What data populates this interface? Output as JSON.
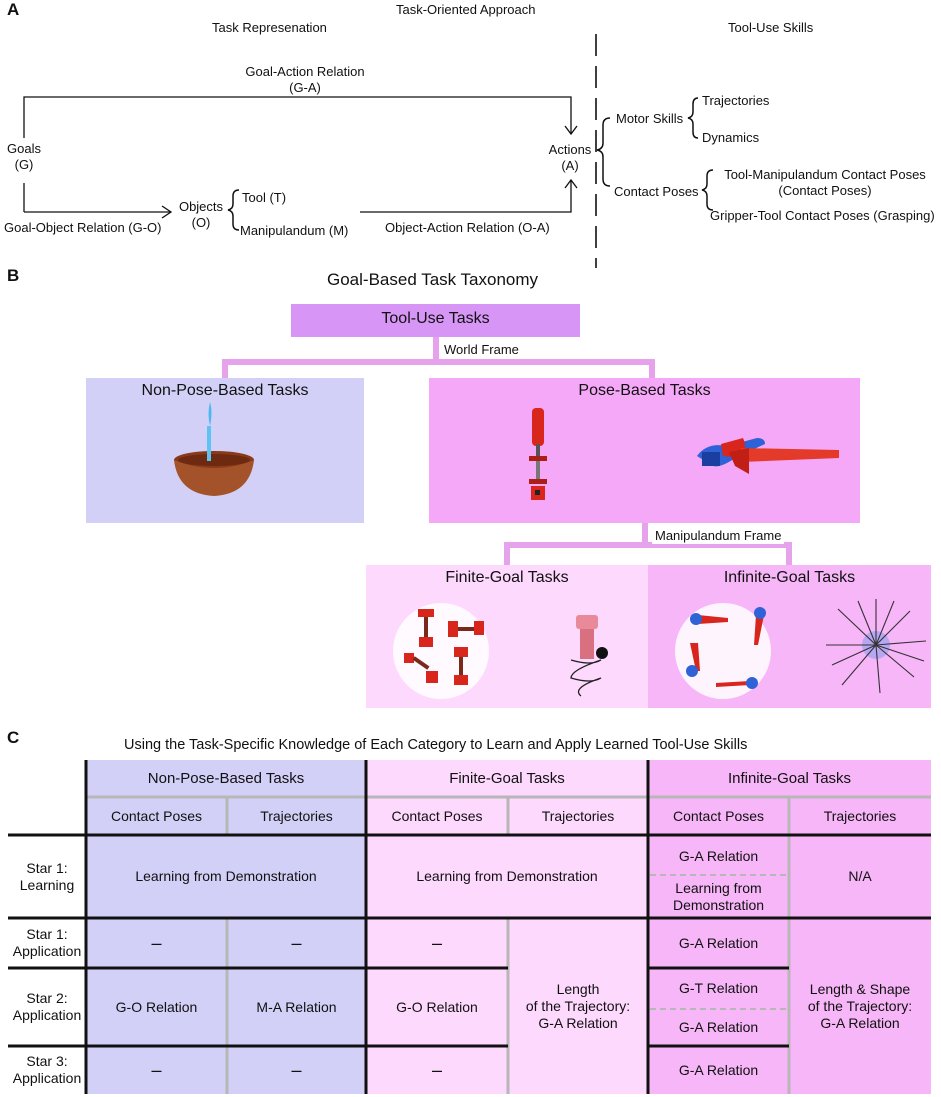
{
  "panel_a": {
    "letter": "A",
    "title": "Task-Oriented Approach",
    "left_header": "Task Represenation",
    "right_header": "Tool-Use Skills",
    "goal_action_relation": "Goal-Action Relation",
    "goal_action_abbr": "(G-A)",
    "goals": "Goals",
    "goals_abbr": "(G)",
    "goal_object_relation": "Goal-Object Relation (G-O)",
    "objects": "Objects",
    "objects_abbr": "(O)",
    "tool": "Tool (T)",
    "manipulandum": "Manipulandum (M)",
    "object_action_relation": "Object-Action Relation (O-A)",
    "actions": "Actions",
    "actions_abbr": "(A)",
    "motor_skills": "Motor Skills",
    "trajectories": "Trajectories",
    "dynamics": "Dynamics",
    "contact_poses": "Contact Poses",
    "tool_manip_contact": "Tool-Manipulandum Contact Poses",
    "tool_manip_contact_abbr": "(Contact Poses)",
    "gripper_tool_contact": "Gripper-Tool Contact Poses (Grasping)"
  },
  "panel_b": {
    "letter": "B",
    "title": "Goal-Based Task Taxonomy",
    "root": "Tool-Use Tasks",
    "world_frame": "World Frame",
    "non_pose": "Non-Pose-Based Tasks",
    "pose": "Pose-Based Tasks",
    "manipulandum_frame": "Manipulandum Frame",
    "finite": "Finite-Goal Tasks",
    "infinite": "Infinite-Goal Tasks"
  },
  "panel_c": {
    "letter": "C",
    "title": "Using the Task-Specific Knowledge of Each Category to Learn and Apply Learned Tool-Use Skills",
    "col_groups": [
      "Non-Pose-Based Tasks",
      "Finite-Goal Tasks",
      "Infinite-Goal Tasks"
    ],
    "sub_headers": [
      "Contact Poses",
      "Trajectories",
      "Contact Poses",
      "Trajectories",
      "Contact Poses",
      "Trajectories"
    ],
    "rows": [
      {
        "label_1": "Star 1:",
        "label_2": "Learning"
      },
      {
        "label_1": "Star 1:",
        "label_2": "Application"
      },
      {
        "label_1": "Star 2:",
        "label_2": "Application"
      },
      {
        "label_1": "Star 3:",
        "label_2": "Application"
      }
    ],
    "cells": {
      "learning_non_pose": "Learning from Demonstration",
      "learning_finite": "Learning from Demonstration",
      "learning_inf_cp_top": "G-A Relation",
      "learning_inf_cp_bottom_1": "Learning from",
      "learning_inf_cp_bottom_2": "Demonstration",
      "learning_inf_traj": "N/A",
      "s1_np_cp": "–",
      "s1_np_traj": "–",
      "s1_fin_cp": "–",
      "s1_inf_cp": "G-A Relation",
      "s2_np_cp": "G-O Relation",
      "s2_np_traj": "M-A Relation",
      "s2_fin_cp": "G-O Relation",
      "s2_inf_cp_top": "G-T Relation",
      "s2_inf_cp_bottom": "G-A Relation",
      "s3_np_cp": "–",
      "s3_np_traj": "–",
      "s3_fin_cp": "–",
      "s3_inf_cp": "G-A Relation",
      "fin_traj_1": "Length",
      "fin_traj_2": "of the Trajectory:",
      "fin_traj_3": "G-A Relation",
      "inf_traj_1": "Length & Shape",
      "inf_traj_2": "of the Trajectory:",
      "inf_traj_3": "G-A Relation"
    }
  },
  "colors": {
    "non_pose": "#d3d0f7",
    "pose": "#f5a8f7",
    "finite": "#fdd9fd",
    "infinite": "#f7b6f7",
    "root": "#d795f5",
    "connector": "#e6a3ec",
    "tool_red": "#d8261c",
    "blue": "#2e62d6"
  }
}
